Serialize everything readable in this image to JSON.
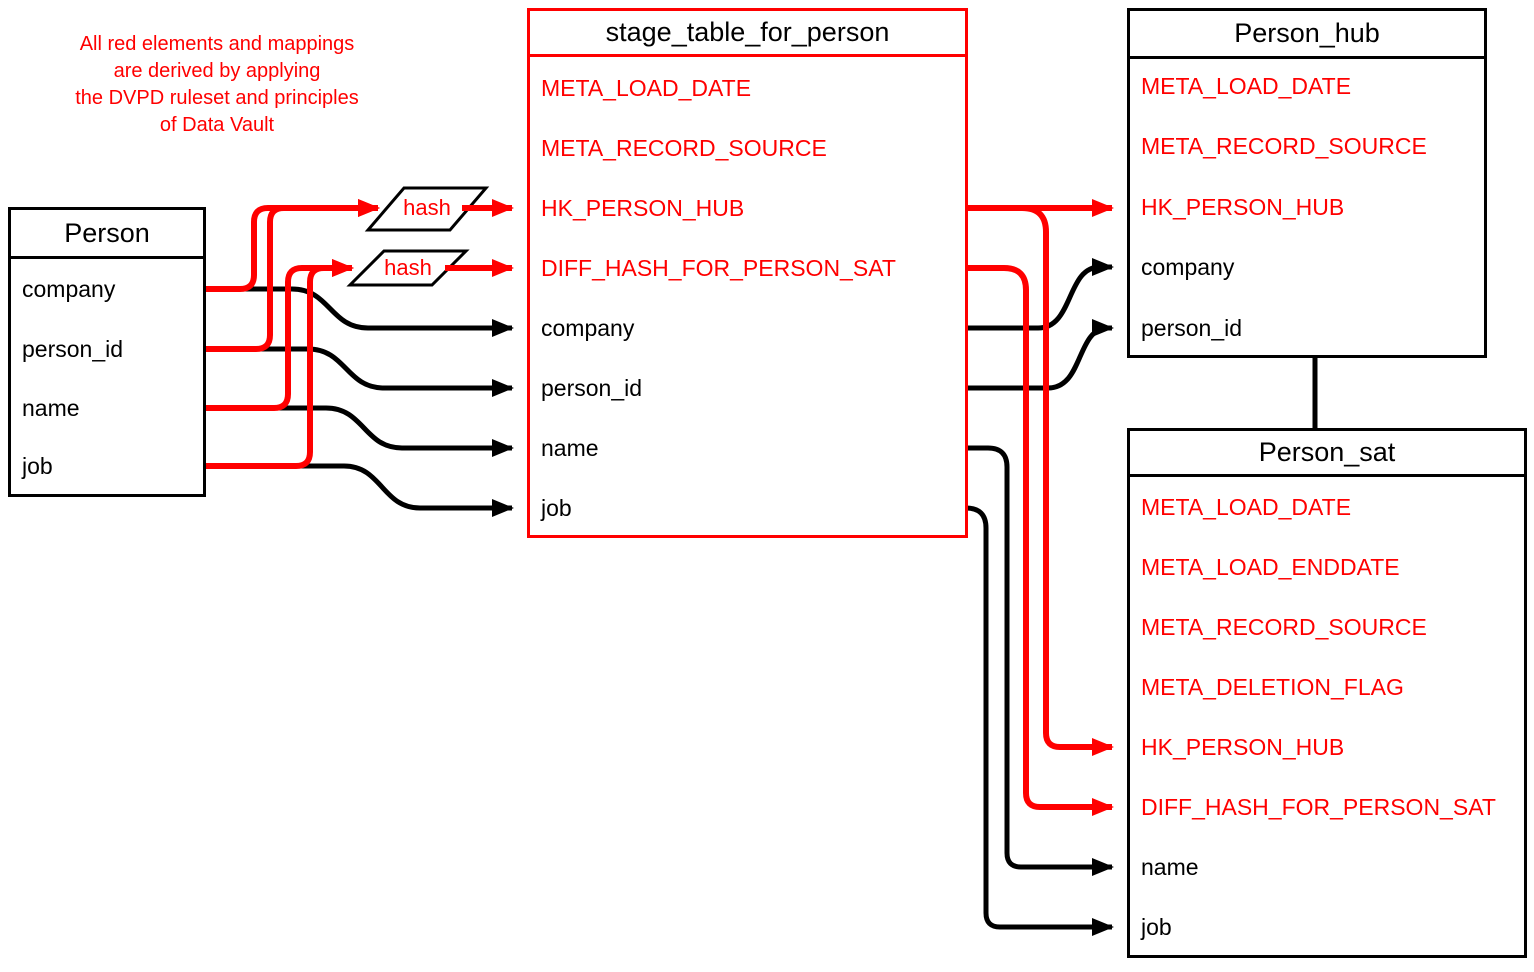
{
  "annotation": {
    "text": "All red elements and mappings\nare derived by applying\nthe DVPD ruleset and principles\nof Data Vault"
  },
  "colors": {
    "derived_red": "#ff0000",
    "standard_black": "#000000",
    "background": "#ffffff"
  },
  "hash_functions": {
    "hub_key_hash": {
      "label": "hash"
    },
    "diff_hash": {
      "label": "hash"
    }
  },
  "tables": {
    "person": {
      "title": "Person",
      "fields": [
        {
          "label": "company",
          "derived": false
        },
        {
          "label": "person_id",
          "derived": false
        },
        {
          "label": "name",
          "derived": false
        },
        {
          "label": "job",
          "derived": false
        }
      ]
    },
    "stage": {
      "title": "stage_table_for_person",
      "fields": [
        {
          "label": "META_LOAD_DATE",
          "derived": true
        },
        {
          "label": "META_RECORD_SOURCE",
          "derived": true
        },
        {
          "label": "HK_PERSON_HUB",
          "derived": true
        },
        {
          "label": "DIFF_HASH_FOR_PERSON_SAT",
          "derived": true
        },
        {
          "label": "company",
          "derived": false
        },
        {
          "label": "person_id",
          "derived": false
        },
        {
          "label": "name",
          "derived": false
        },
        {
          "label": "job",
          "derived": false
        }
      ]
    },
    "hub": {
      "title": "Person_hub",
      "fields": [
        {
          "label": "META_LOAD_DATE",
          "derived": true
        },
        {
          "label": "META_RECORD_SOURCE",
          "derived": true
        },
        {
          "label": "HK_PERSON_HUB",
          "derived": true
        },
        {
          "label": "company",
          "derived": false
        },
        {
          "label": "person_id",
          "derived": false
        }
      ]
    },
    "sat": {
      "title": "Person_sat",
      "fields": [
        {
          "label": "META_LOAD_DATE",
          "derived": true
        },
        {
          "label": "META_LOAD_ENDDATE",
          "derived": true
        },
        {
          "label": "META_RECORD_SOURCE",
          "derived": true
        },
        {
          "label": "META_DELETION_FLAG",
          "derived": true
        },
        {
          "label": "HK_PERSON_HUB",
          "derived": true
        },
        {
          "label": "DIFF_HASH_FOR_PERSON_SAT",
          "derived": true
        },
        {
          "label": "name",
          "derived": false
        },
        {
          "label": "job",
          "derived": false
        }
      ]
    }
  },
  "mappings": [
    {
      "from": "Person.company",
      "to": "hash(hub_key)",
      "color": "red"
    },
    {
      "from": "Person.person_id",
      "to": "hash(hub_key)",
      "color": "red"
    },
    {
      "from": "hash(hub_key)",
      "to": "stage_table_for_person.HK_PERSON_HUB",
      "color": "red"
    },
    {
      "from": "Person.name",
      "to": "hash(diff)",
      "color": "red"
    },
    {
      "from": "Person.job",
      "to": "hash(diff)",
      "color": "red"
    },
    {
      "from": "hash(diff)",
      "to": "stage_table_for_person.DIFF_HASH_FOR_PERSON_SAT",
      "color": "red"
    },
    {
      "from": "Person.company",
      "to": "stage_table_for_person.company",
      "color": "black"
    },
    {
      "from": "Person.person_id",
      "to": "stage_table_for_person.person_id",
      "color": "black"
    },
    {
      "from": "Person.name",
      "to": "stage_table_for_person.name",
      "color": "black"
    },
    {
      "from": "Person.job",
      "to": "stage_table_for_person.job",
      "color": "black"
    },
    {
      "from": "stage_table_for_person.HK_PERSON_HUB",
      "to": "Person_hub.HK_PERSON_HUB",
      "color": "red"
    },
    {
      "from": "stage_table_for_person.HK_PERSON_HUB",
      "to": "Person_sat.HK_PERSON_HUB",
      "color": "red"
    },
    {
      "from": "stage_table_for_person.DIFF_HASH_FOR_PERSON_SAT",
      "to": "Person_sat.DIFF_HASH_FOR_PERSON_SAT",
      "color": "red"
    },
    {
      "from": "stage_table_for_person.company",
      "to": "Person_hub.company",
      "color": "black"
    },
    {
      "from": "stage_table_for_person.person_id",
      "to": "Person_hub.person_id",
      "color": "black"
    },
    {
      "from": "stage_table_for_person.name",
      "to": "Person_sat.name",
      "color": "black"
    },
    {
      "from": "stage_table_for_person.job",
      "to": "Person_sat.job",
      "color": "black"
    },
    {
      "from": "Person_hub",
      "to": "Person_sat",
      "color": "black",
      "type": "relation-line"
    }
  ]
}
